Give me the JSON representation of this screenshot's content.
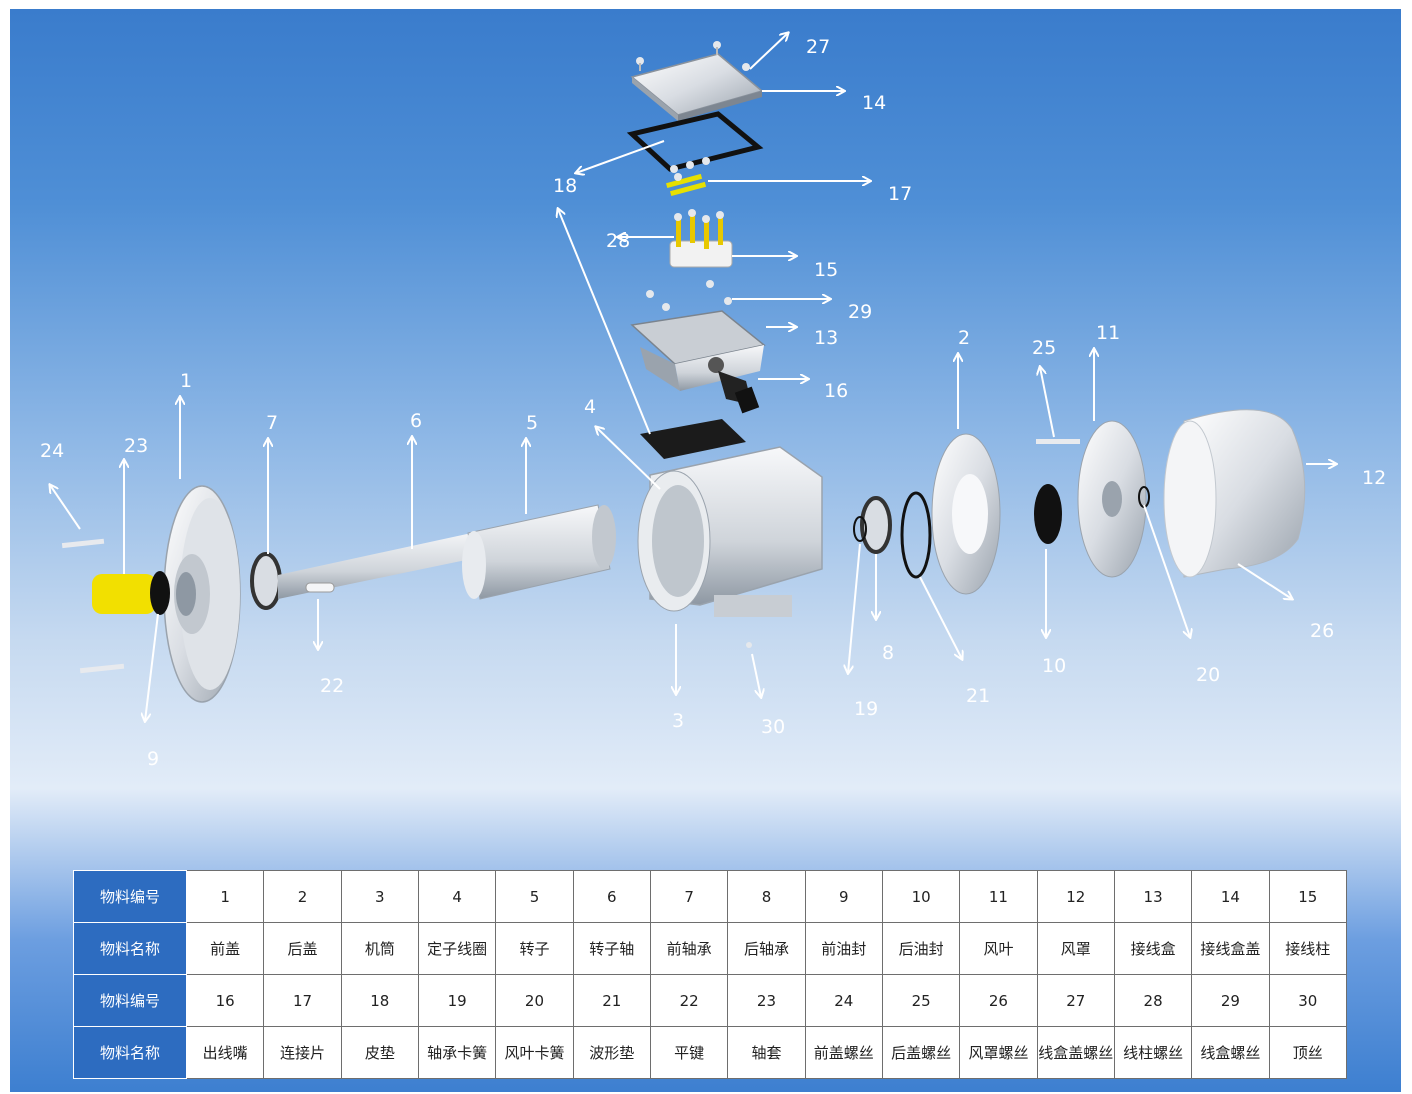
{
  "callouts": [
    {
      "id": "1",
      "label": "1"
    },
    {
      "id": "2",
      "label": "2"
    },
    {
      "id": "3",
      "label": "3"
    },
    {
      "id": "4",
      "label": "4"
    },
    {
      "id": "5",
      "label": "5"
    },
    {
      "id": "6",
      "label": "6"
    },
    {
      "id": "7",
      "label": "7"
    },
    {
      "id": "8",
      "label": "8"
    },
    {
      "id": "9",
      "label": "9"
    },
    {
      "id": "10",
      "label": "10"
    },
    {
      "id": "11",
      "label": "11"
    },
    {
      "id": "12",
      "label": "12"
    },
    {
      "id": "13",
      "label": "13"
    },
    {
      "id": "14",
      "label": "14"
    },
    {
      "id": "15",
      "label": "15"
    },
    {
      "id": "16",
      "label": "16"
    },
    {
      "id": "17",
      "label": "17"
    },
    {
      "id": "18",
      "label": "18"
    },
    {
      "id": "19",
      "label": "19"
    },
    {
      "id": "20",
      "label": "20"
    },
    {
      "id": "21",
      "label": "21"
    },
    {
      "id": "22",
      "label": "22"
    },
    {
      "id": "23",
      "label": "23"
    },
    {
      "id": "24",
      "label": "24"
    },
    {
      "id": "25",
      "label": "25"
    },
    {
      "id": "26",
      "label": "26"
    },
    {
      "id": "27",
      "label": "27"
    },
    {
      "id": "28",
      "label": "28"
    },
    {
      "id": "29",
      "label": "29"
    },
    {
      "id": "30",
      "label": "30"
    }
  ],
  "parts_table": {
    "number_header": "物料编号",
    "name_header": "物料名称",
    "rows": [
      {
        "numbers": [
          "1",
          "2",
          "3",
          "4",
          "5",
          "6",
          "7",
          "8",
          "9",
          "10",
          "11",
          "12",
          "13",
          "14",
          "15"
        ],
        "names": [
          "前盖",
          "后盖",
          "机筒",
          "定子线圈",
          "转子",
          "转子轴",
          "前轴承",
          "后轴承",
          "前油封",
          "后油封",
          "风叶",
          "风罩",
          "接线盒",
          "接线盒盖",
          "接线柱"
        ]
      },
      {
        "numbers": [
          "16",
          "17",
          "18",
          "19",
          "20",
          "21",
          "22",
          "23",
          "24",
          "25",
          "26",
          "27",
          "28",
          "29",
          "30"
        ],
        "names": [
          "出线嘴",
          "连接片",
          "皮垫",
          "轴承卡簧",
          "风叶卡簧",
          "波形垫",
          "平键",
          "轴套",
          "前盖螺丝",
          "后盖螺丝",
          "风罩螺丝",
          "线盒盖螺丝",
          "线柱螺丝",
          "线盒螺丝",
          "顶丝"
        ]
      }
    ]
  },
  "colors": {
    "header_cell": "#2d6cc0",
    "accent_yellow": "#f2e000"
  }
}
